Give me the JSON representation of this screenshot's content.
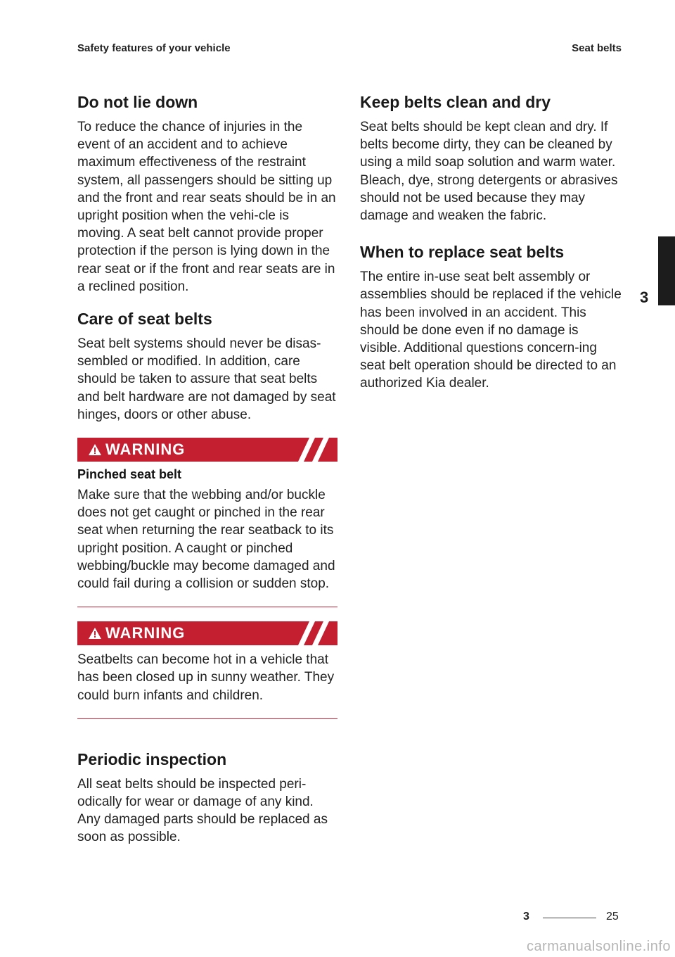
{
  "header": {
    "left": "Safety features of your vehicle",
    "right": "Seat belts"
  },
  "left_column": {
    "lie_down": {
      "heading": "Do not lie down",
      "body": "To reduce the chance of injuries in the event of an accident and to achieve maximum effectiveness of the restraint system, all passengers should be sitting up and the front and rear seats should be in an upright position when the vehi-cle is moving. A seat belt cannot provide proper protection if the person is lying down in the rear seat or if the front and rear seats are in a reclined position."
    },
    "care": {
      "heading": "Care of seat belts",
      "body": "Seat belt systems should never be disas-sembled or modified. In addition, care should be taken to assure that seat belts and belt hardware are not damaged by seat hinges, doors or other abuse."
    },
    "warning1": {
      "label": "WARNING",
      "subtitle": "Pinched seat belt",
      "body": "Make sure that the webbing and/or buckle does not get caught or pinched in the rear seat when returning the rear seatback to its upright position. A caught or pinched webbing/buckle may become damaged and could fail during a collision or sudden stop."
    },
    "warning2": {
      "label": "WARNING",
      "body": "Seatbelts can become hot in a vehicle that has been closed up in sunny weather. They could burn infants and children."
    },
    "inspection": {
      "heading": "Periodic inspection",
      "body": "All seat belts should be inspected peri-odically for wear or damage of any kind. Any damaged parts should be replaced as soon as possible."
    }
  },
  "right_column": {
    "clean": {
      "heading": "Keep belts clean and dry",
      "body": "Seat belts should be kept clean and dry. If belts become dirty, they can be cleaned by using a mild soap solution and warm water. Bleach, dye, strong detergents or abrasives should not be used because they may damage and weaken the fabric."
    },
    "replace": {
      "heading": "When to replace seat belts",
      "body": "The entire in-use seat belt assembly or assemblies should be replaced if the vehicle has been involved in an accident. This should be done even if no damage is visible. Additional questions concern-ing seat belt operation should be directed to an authorized Kia dealer."
    }
  },
  "side_tab": {
    "number": "3"
  },
  "footer": {
    "chapter": "3",
    "page": "25"
  },
  "watermark": "carmanualsonline.info",
  "colors": {
    "warning_red": "#c41f30",
    "tab_black": "#1c1c1c"
  },
  "icons": {
    "warning": "warning-triangle-icon"
  }
}
